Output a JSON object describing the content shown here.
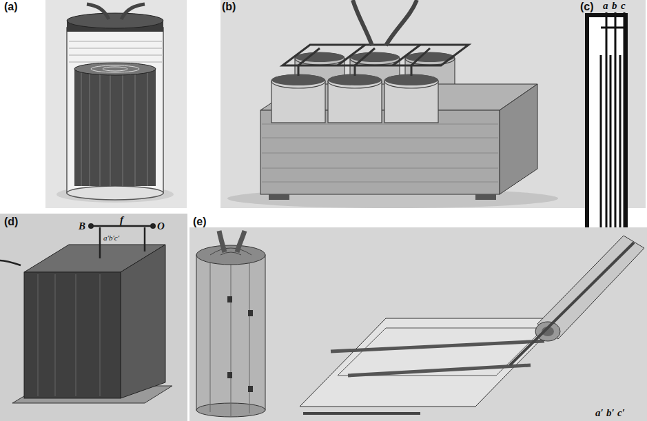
{
  "diagram": {
    "labels": [
      "(a)",
      "(b)",
      "(c)",
      "(d)",
      "(e)",
      "a",
      "b",
      "c",
      "a′",
      "b′",
      "c′",
      "B",
      "f",
      "O",
      "a′b′c′"
    ]
  }
}
